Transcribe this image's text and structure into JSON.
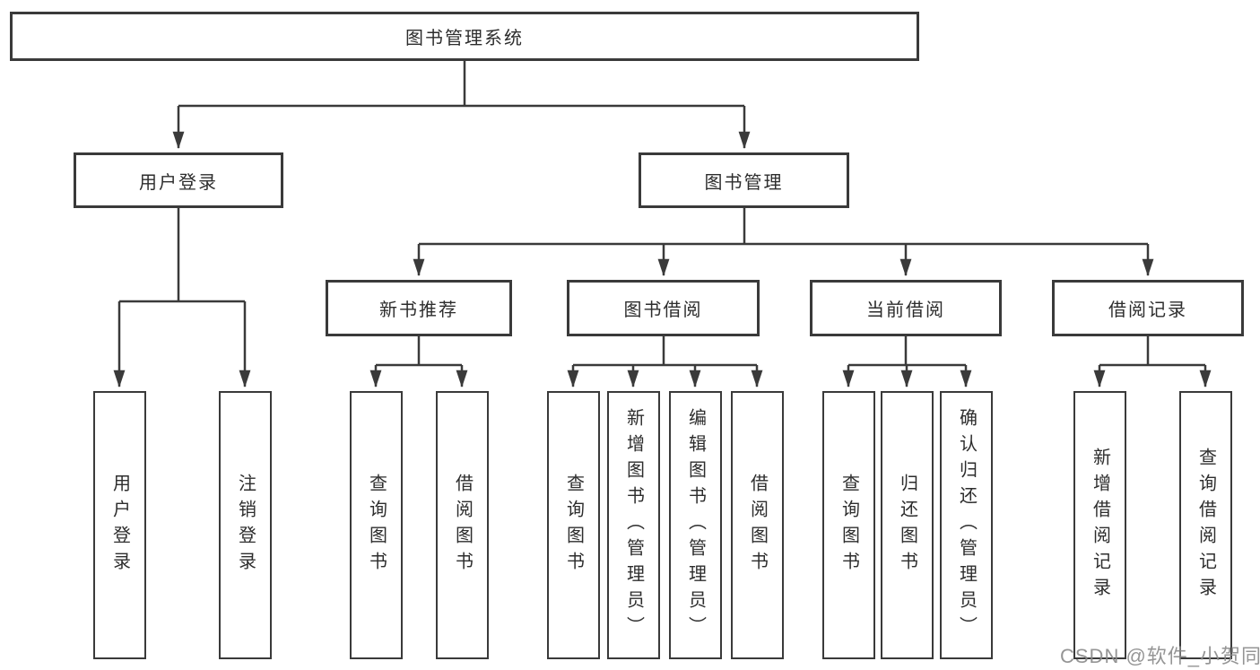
{
  "colors": {
    "line": "#3a3a3a",
    "box_border": "#3a3a3a",
    "text": "#2d2d2d",
    "watermark": "#8a8a8a",
    "background": "#ffffff"
  },
  "watermark": {
    "text": "CSDN @软件_小贺同学"
  },
  "tree": {
    "root": {
      "label": "图书管理系统",
      "children": [
        {
          "label": "用户登录",
          "children": [
            {
              "label": "用户登录"
            },
            {
              "label": "注销登录"
            }
          ]
        },
        {
          "label": "图书管理",
          "children": [
            {
              "label": "新书推荐",
              "children": [
                {
                  "label": "查询图书"
                },
                {
                  "label": "借阅图书"
                }
              ]
            },
            {
              "label": "图书借阅",
              "children": [
                {
                  "label": "查询图书"
                },
                {
                  "label": "新增图书（管理员）"
                },
                {
                  "label": "编辑图书（管理员）"
                },
                {
                  "label": "借阅图书"
                }
              ]
            },
            {
              "label": "当前借阅",
              "children": [
                {
                  "label": "查询图书"
                },
                {
                  "label": "归还图书"
                },
                {
                  "label": "确认归还（管理员）"
                }
              ]
            },
            {
              "label": "借阅记录",
              "children": [
                {
                  "label": "新增借阅记录"
                },
                {
                  "label": "查询借阅记录"
                }
              ]
            }
          ]
        }
      ]
    }
  }
}
